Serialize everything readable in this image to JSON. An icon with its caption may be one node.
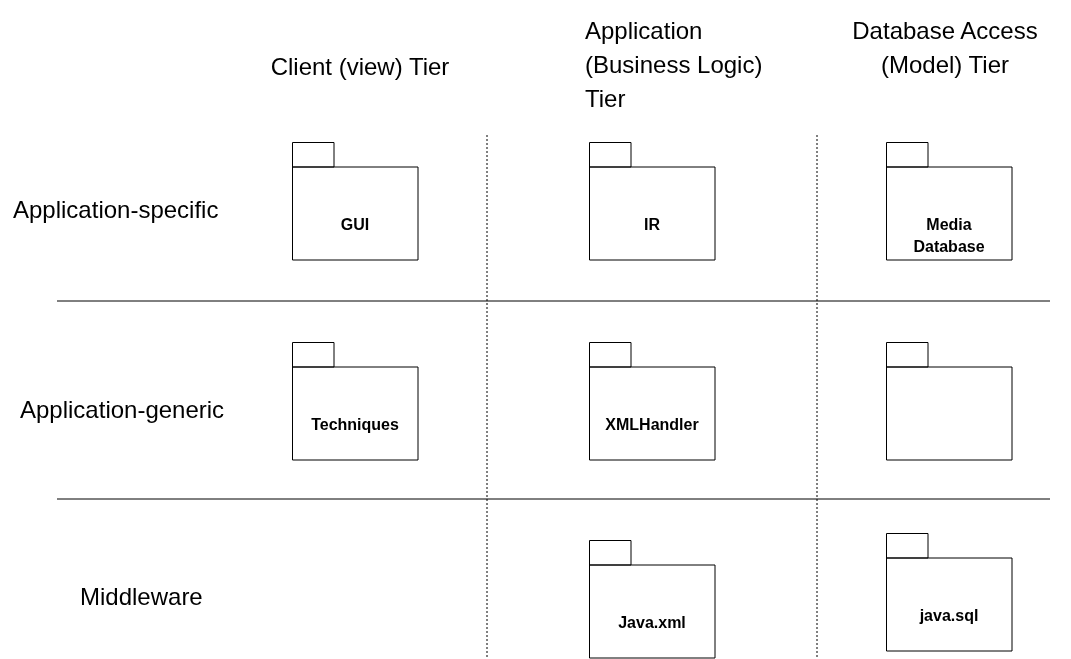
{
  "diagram": {
    "nodes": [
      {
        "text": [
          "GUI"
        ]
      },
      {
        "text": [
          "IR"
        ]
      },
      {
        "text": [
          "Media Database"
        ]
      },
      {
        "text": [
          "Techniques"
        ]
      },
      {
        "text": [
          "XMLHandler"
        ]
      },
      {
        "text": [],
        "shape": "folder"
      },
      {
        "text": [
          "Java.xml"
        ]
      },
      {
        "text": [
          "java.sql"
        ]
      }
    ],
    "labels": [
      "Client (view) Tier",
      "Application (Business Logic) Tier",
      "Database Access (Model) Tier",
      "Application-specific",
      "Application-generic",
      "Middleware"
    ]
  }
}
